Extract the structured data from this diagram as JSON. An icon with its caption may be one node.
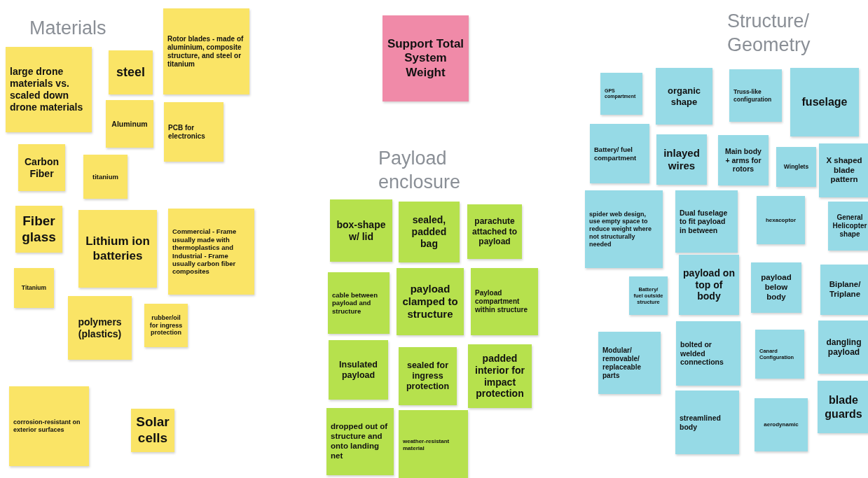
{
  "diagram": {
    "nodes": [
      {
        "text": [
          "large drone materials vs. scaled down drone materials"
        ]
      },
      {
        "text": [
          "steel"
        ]
      },
      {
        "text": [
          "Rotor blades - made of aluminium, composite structure, and steel or titanium"
        ]
      },
      {
        "text": [
          "Aluminum"
        ]
      },
      {
        "text": [
          "PCB for electronics"
        ]
      },
      {
        "text": [
          "Carbon Fiber"
        ]
      },
      {
        "text": [
          "titanium"
        ]
      },
      {
        "text": [
          "Fiber glass"
        ]
      },
      {
        "text": [
          "Lithium ion batteries"
        ]
      },
      {
        "text": [
          "Commercial - Frame usually made with thermoplastics and Industrial - Frame usually carbon fiber composites"
        ]
      },
      {
        "text": [
          "Titanium"
        ]
      },
      {
        "text": [
          "polymers (plastics)"
        ]
      },
      {
        "text": [
          "rubber/oil for ingress protection"
        ]
      },
      {
        "text": [
          "corrosion-resistant on exterior surfaces"
        ]
      },
      {
        "text": [
          "Solar cells"
        ]
      },
      {
        "text": [
          "Support Total System Weight"
        ]
      },
      {
        "text": [
          "box-shape w/ lid"
        ]
      },
      {
        "text": [
          "sealed, padded bag"
        ]
      },
      {
        "text": [
          "parachute attached to payload"
        ]
      },
      {
        "text": [
          "cable between payload and structure"
        ]
      },
      {
        "text": [
          "payload clamped to structure"
        ]
      },
      {
        "text": [
          "Payload compartment within structure"
        ]
      },
      {
        "text": [
          "Insulated payload"
        ]
      },
      {
        "text": [
          "sealed for ingress protection"
        ]
      },
      {
        "text": [
          "padded interior for impact protection"
        ]
      },
      {
        "text": [
          "dropped out of structure and onto landing net"
        ]
      },
      {
        "text": [
          "weather-resistant material"
        ]
      },
      {
        "text": [
          "GPS compartment"
        ]
      },
      {
        "text": [
          "organic shape"
        ]
      },
      {
        "text": [
          "Truss-like configuration"
        ]
      },
      {
        "text": [
          "fuselage"
        ]
      },
      {
        "text": [
          "Battery/ fuel compartment"
        ]
      },
      {
        "text": [
          "inlayed wires"
        ]
      },
      {
        "text": [
          "Main body + arms for rotors"
        ]
      },
      {
        "text": [
          "Winglets"
        ]
      },
      {
        "text": [
          "X shaped blade pattern"
        ]
      },
      {
        "text": [
          "spider web design, use empty space to reduce weight where not structurally needed"
        ]
      },
      {
        "text": [
          "Dual fuselage to fit payload in between"
        ]
      },
      {
        "text": [
          "hexacoptor"
        ]
      },
      {
        "text": [
          "General Helicopter shape"
        ]
      },
      {
        "text": [
          "Battery/ fuel outside structure"
        ]
      },
      {
        "text": [
          "payload on top of body"
        ]
      },
      {
        "text": [
          "payload below body"
        ]
      },
      {
        "text": [
          "Biplane/ Triplane"
        ]
      },
      {
        "text": [
          "Modular/ removable/ replaceable parts"
        ]
      },
      {
        "text": [
          "bolted or welded connections"
        ]
      },
      {
        "text": [
          "Canard Configuration"
        ]
      },
      {
        "text": [
          "dangling payload"
        ]
      },
      {
        "text": [
          "streamlined body"
        ]
      },
      {
        "text": [
          "aerodynamic"
        ]
      },
      {
        "text": [
          "blade guards"
        ]
      }
    ],
    "labels": [
      "Materials",
      "Payload enclosure",
      "Structure/ Geometry"
    ]
  }
}
